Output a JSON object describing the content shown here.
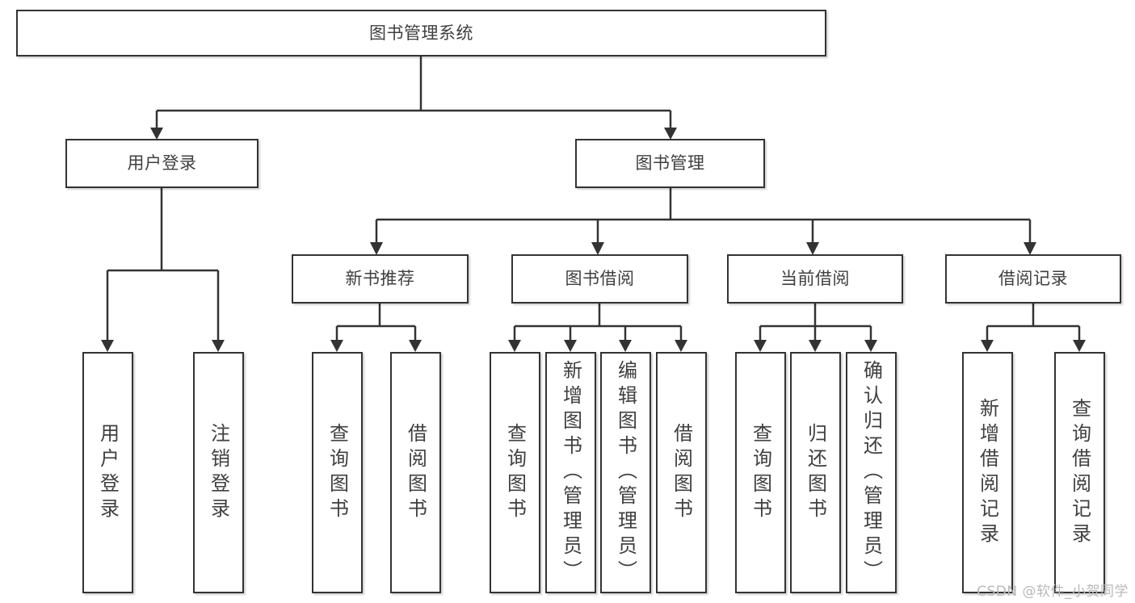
{
  "diagram": {
    "type": "tree-hierarchy",
    "title": "图书管理系统",
    "watermark": "CSDN @软件_小贺同学",
    "colors": {
      "box_border": "#333333",
      "box_fill": "#ffffff",
      "text": "#3f3f3f",
      "connector": "#333333",
      "watermark": "#b9b9b9"
    },
    "root": {
      "label": "图书管理系统"
    },
    "level1": [
      {
        "label": "用户登录"
      },
      {
        "label": "图书管理"
      }
    ],
    "level2": [
      {
        "label": "新书推荐"
      },
      {
        "label": "图书借阅"
      },
      {
        "label": "当前借阅"
      },
      {
        "label": "借阅记录"
      }
    ],
    "leaves": {
      "user_login": [
        {
          "label": "用户登录"
        },
        {
          "label": "注销登录"
        }
      ],
      "new_book_recommend": [
        {
          "label": "查询图书"
        },
        {
          "label": "借阅图书"
        }
      ],
      "book_borrow": [
        {
          "label": "查询图书"
        },
        {
          "label": "新增图书（管理员）"
        },
        {
          "label": "编辑图书（管理员）"
        },
        {
          "label": "借阅图书"
        }
      ],
      "current_borrow": [
        {
          "label": "查询图书"
        },
        {
          "label": "归还图书"
        },
        {
          "label": "确认归还（管理员）"
        }
      ],
      "borrow_record": [
        {
          "label": "新增借阅记录"
        },
        {
          "label": "查询借阅记录"
        }
      ]
    }
  }
}
